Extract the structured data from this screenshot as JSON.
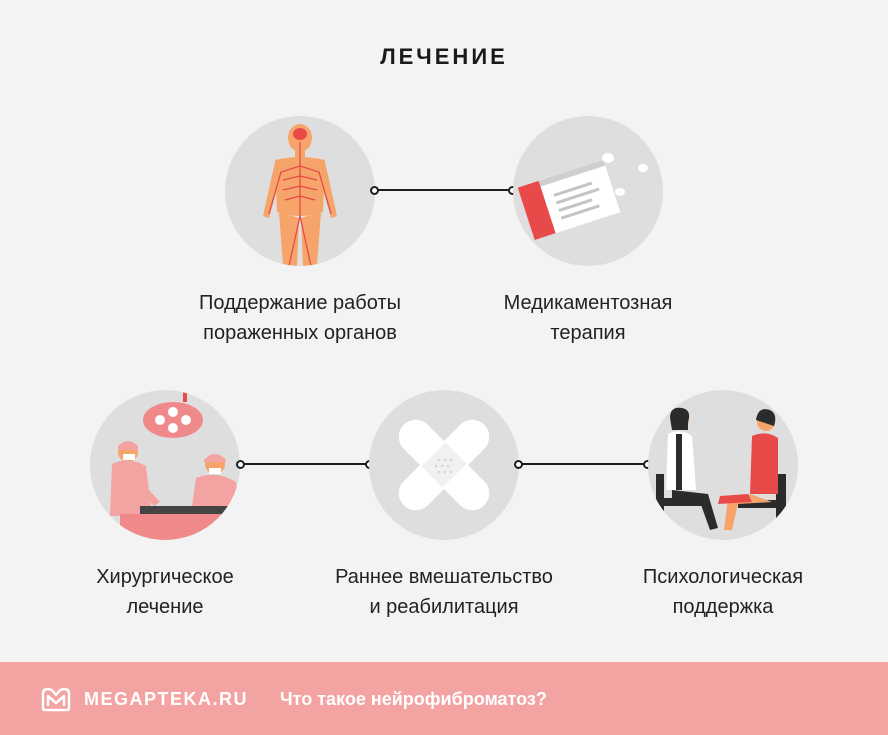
{
  "title": "ЛЕЧЕНИЕ",
  "items": [
    {
      "icon": "nervous-system-icon",
      "lines": [
        "Поддержание работы",
        "пораженных органов"
      ]
    },
    {
      "icon": "medicine-box-icon",
      "lines": [
        "Медикаментозная",
        "терапия"
      ]
    },
    {
      "icon": "surgery-icon",
      "lines": [
        "Хирургическое",
        "лечение"
      ]
    },
    {
      "icon": "bandage-icon",
      "lines": [
        "Раннее вмешательство",
        "и реабилитация"
      ]
    },
    {
      "icon": "psychologist-icon",
      "lines": [
        "Психологическая",
        "поддержка"
      ]
    }
  ],
  "footer": {
    "brand": "MEGAPTEKA.RU",
    "question": "Что такое нейрофиброматоз?"
  },
  "colors": {
    "background": "#f3f3f3",
    "circle": "#dedede",
    "accent": "#e84a4a",
    "footer": "#f4a3a3"
  }
}
